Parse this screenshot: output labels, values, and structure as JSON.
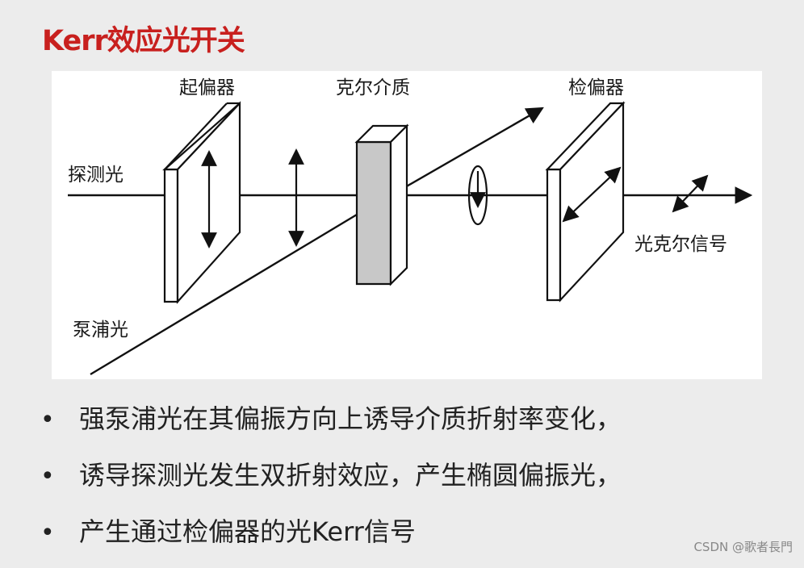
{
  "title": "Kerr效应光开关",
  "diagram": {
    "labels": {
      "polarizer": "起偏器",
      "kerr_medium": "克尔介质",
      "analyzer": "检偏器",
      "probe_light": "探测光",
      "pump_light": "泵浦光",
      "kerr_signal": "光克尔信号"
    },
    "colors": {
      "line": "#111111",
      "medium_fill": "#c8c8c8",
      "plate_fill": "#ffffff"
    }
  },
  "bullets": [
    "强泵浦光在其偏振方向上诱导介质折射率变化，",
    "诱导探测光发生双折射效应，产生椭圆偏振光，",
    "产生通过检偏器的光Kerr信号"
  ],
  "bullet_marker": "•",
  "watermark": "CSDN @歌者長門"
}
